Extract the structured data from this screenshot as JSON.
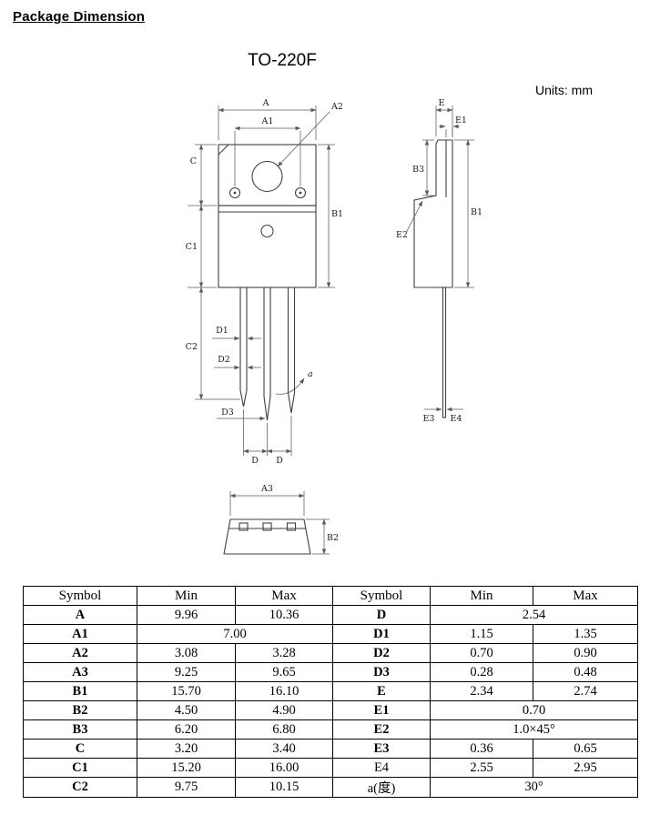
{
  "page": {
    "header": "Package Dimension",
    "title": "TO-220F",
    "units_label": "Units: mm"
  },
  "drawing": {
    "labels": {
      "A": "A",
      "A1": "A1",
      "A2": "A2",
      "A3": "A3",
      "B1": "B1",
      "B2": "B2",
      "B3": "B3",
      "C": "C",
      "C1": "C1",
      "C2": "C2",
      "D": "D",
      "D1": "D1",
      "D2": "D2",
      "D3": "D3",
      "E": "E",
      "E1": "E1",
      "E2": "E2",
      "E3": "E3",
      "E4": "E4",
      "alpha": "a"
    }
  },
  "table": {
    "headers": [
      "Symbol",
      "Min",
      "Max",
      "Symbol",
      "Min",
      "Max"
    ],
    "rows": [
      {
        "cells": [
          {
            "t": "A",
            "sym": true,
            "b": true
          },
          {
            "t": "9.96"
          },
          {
            "t": "10.36"
          },
          {
            "t": "D",
            "sym": true,
            "b": true
          },
          {
            "t": "2.54",
            "span": 2
          }
        ]
      },
      {
        "cells": [
          {
            "t": "A1",
            "sym": true,
            "b": true
          },
          {
            "t": "7.00",
            "span": 2
          },
          {
            "t": "D1",
            "sym": true,
            "b": true
          },
          {
            "t": "1.15"
          },
          {
            "t": "1.35"
          }
        ]
      },
      {
        "cells": [
          {
            "t": "A2",
            "sym": true,
            "b": true
          },
          {
            "t": "3.08"
          },
          {
            "t": "3.28"
          },
          {
            "t": "D2",
            "sym": true,
            "b": true
          },
          {
            "t": "0.70"
          },
          {
            "t": "0.90"
          }
        ]
      },
      {
        "cells": [
          {
            "t": "A3",
            "sym": true,
            "b": true
          },
          {
            "t": "9.25"
          },
          {
            "t": "9.65"
          },
          {
            "t": "D3",
            "sym": true,
            "b": true
          },
          {
            "t": "0.28"
          },
          {
            "t": "0.48"
          }
        ]
      },
      {
        "cells": [
          {
            "t": "B1",
            "sym": true,
            "b": true
          },
          {
            "t": "15.70"
          },
          {
            "t": "16.10"
          },
          {
            "t": "E",
            "sym": true,
            "b": true
          },
          {
            "t": "2.34"
          },
          {
            "t": "2.74"
          }
        ]
      },
      {
        "cells": [
          {
            "t": "B2",
            "sym": true,
            "b": true
          },
          {
            "t": "4.50"
          },
          {
            "t": "4.90"
          },
          {
            "t": "E1",
            "sym": true,
            "b": true
          },
          {
            "t": "0.70",
            "span": 2
          }
        ]
      },
      {
        "cells": [
          {
            "t": "B3",
            "sym": true,
            "b": true
          },
          {
            "t": "6.20"
          },
          {
            "t": "6.80"
          },
          {
            "t": "E2",
            "sym": true,
            "b": true
          },
          {
            "t": "1.0×45°",
            "span": 2
          }
        ]
      },
      {
        "cells": [
          {
            "t": "C",
            "sym": true,
            "b": true
          },
          {
            "t": "3.20"
          },
          {
            "t": "3.40"
          },
          {
            "t": "E3",
            "sym": true,
            "b": true
          },
          {
            "t": "0.36"
          },
          {
            "t": "0.65"
          }
        ]
      },
      {
        "cells": [
          {
            "t": "C1",
            "sym": true,
            "b": true
          },
          {
            "t": "15.20"
          },
          {
            "t": "16.00"
          },
          {
            "t": "E4",
            "sym": true
          },
          {
            "t": "2.55"
          },
          {
            "t": "2.95"
          }
        ]
      },
      {
        "cells": [
          {
            "t": "C2",
            "sym": true,
            "b": true
          },
          {
            "t": "9.75"
          },
          {
            "t": "10.15"
          },
          {
            "t": "a(度)",
            "sym": true
          },
          {
            "t": "30°",
            "span": 2
          }
        ]
      }
    ]
  }
}
